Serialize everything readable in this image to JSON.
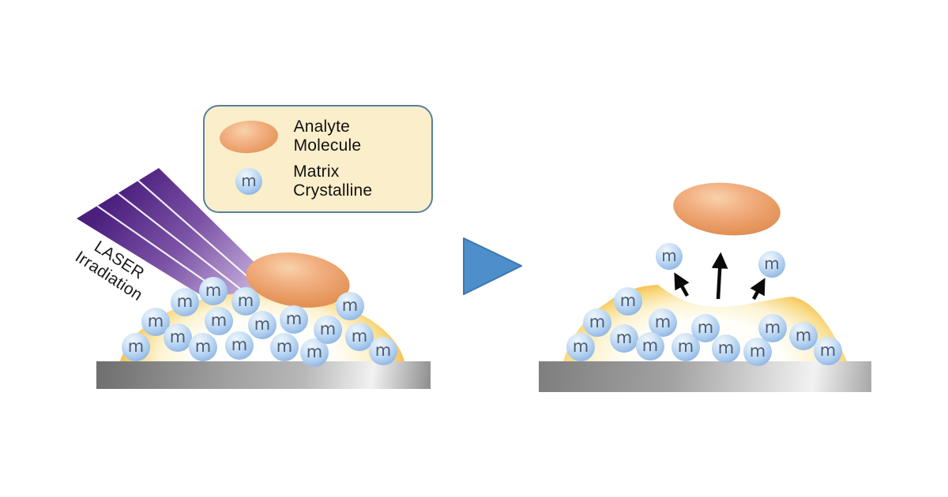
{
  "title": "Matrix-assisted laser desorption ionization diagram",
  "labels": {
    "laser_line1": "LASER",
    "laser_line2": "Irradiation",
    "matrix_letter": "m"
  },
  "legend": {
    "items": [
      {
        "icon": "analyte-ellipse-icon",
        "label": "Analyte Molecule"
      },
      {
        "icon": "matrix-circle-icon",
        "label": "Matrix Crystalline"
      }
    ]
  },
  "colors": {
    "background": "#ffffff",
    "laser_dark": "#4b1f7e",
    "laser_light": "#d6c6e8",
    "matrix_blue": "#a8caee",
    "matrix_letter": "#4e5d73",
    "analyte_orange": "#f2b183",
    "mound_yellow": "#f5c45a",
    "substrate_gray": "#9b9b9b",
    "legend_bg": "#fbeecb",
    "legend_border": "#5780a0",
    "transition_arrow_blue": "#4e8fcb",
    "ejection_arrow_black": "#0a0a0a",
    "text": "#1a1a1a"
  },
  "left_panel": {
    "matrix_radius": 18,
    "matrix_positions": [
      [
        172,
        440
      ],
      [
        197,
        408
      ],
      [
        225,
        428
      ],
      [
        234,
        383
      ],
      [
        257,
        440
      ],
      [
        270,
        369
      ],
      [
        277,
        407
      ],
      [
        303,
        438
      ],
      [
        311,
        382
      ],
      [
        332,
        412
      ],
      [
        360,
        440
      ],
      [
        372,
        405
      ],
      [
        398,
        447
      ],
      [
        415,
        418
      ],
      [
        443,
        388
      ],
      [
        455,
        427
      ],
      [
        485,
        445
      ]
    ]
  },
  "right_panel": {
    "matrix_radius": 18,
    "matrix_positions": [
      [
        795,
        382
      ],
      [
        756,
        409
      ],
      [
        735,
        440
      ],
      [
        790,
        429
      ],
      [
        839,
        409
      ],
      [
        823,
        439
      ],
      [
        868,
        440
      ],
      [
        893,
        416
      ],
      [
        919,
        442
      ],
      [
        959,
        446
      ],
      [
        978,
        416
      ],
      [
        1017,
        426
      ],
      [
        1048,
        445
      ]
    ],
    "ejected_matrix_radius": 17,
    "ejected_matrix_positions": [
      [
        847,
        325
      ],
      [
        977,
        335
      ]
    ]
  },
  "transition_arrow": {
    "direction": "right"
  }
}
